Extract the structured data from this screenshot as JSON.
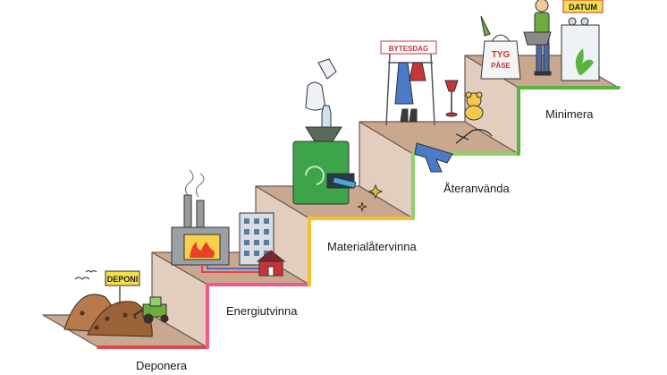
{
  "steps": [
    {
      "label": "Deponera",
      "color": "#e0464a"
    },
    {
      "label": "Energiutvinna",
      "color": "#ee5a8a"
    },
    {
      "label": "Materialåtervinna",
      "color": "#f6c02b"
    },
    {
      "label": "Återanvända",
      "color": "#8fd06a"
    },
    {
      "label": "Minimera",
      "color": "#58b43c"
    }
  ],
  "signs": {
    "deponi": "DEPONI",
    "bytesdag": "BYTESDAG",
    "datum": "DATUM",
    "tyg": "TYG",
    "pase": "PÅSE"
  }
}
